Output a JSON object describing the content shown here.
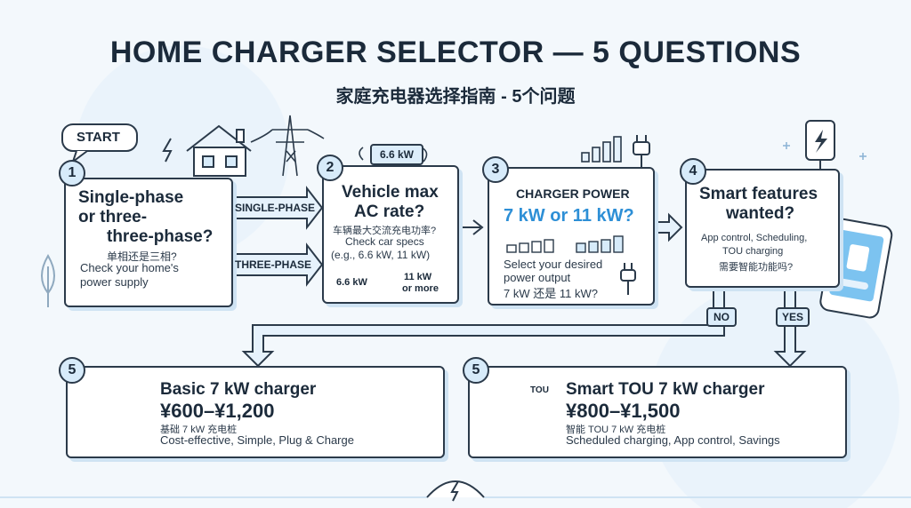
{
  "title": "HOME CHARGER SELECTOR — 5 QUESTIONS",
  "subtitle": "家庭充电器选择指南 - 5个问题",
  "start_label": "START",
  "q1": {
    "num": "1",
    "line1": "Single-phase",
    "line2": "or three-",
    "line3": "three-phase?",
    "cn": "单相还是三相?",
    "hint1": "Check your home's",
    "hint2": "power supply",
    "opt_single": "SINGLE-PHASE",
    "opt_three": "THREE-PHASE"
  },
  "q2": {
    "num": "2",
    "rate_chip": "6.6 kW",
    "line1": "Vehicle max",
    "line2": "AC rate?",
    "cn": "车辆最大交流充电功率?",
    "hint1": "Check car specs",
    "hint2": "(e.g., 6.6 kW, 11 kW)",
    "low": "6.6 kW",
    "high1": "11 kW",
    "high2": "or more"
  },
  "q3": {
    "num": "3",
    "head": "CHARGER POWER",
    "options": "7 kW or 11 kW?",
    "hint1": "Select your desired",
    "hint2": "power output",
    "cn": "7 kW 还是 11 kW?"
  },
  "q4": {
    "num": "4",
    "line1": "Smart features",
    "line2": "wanted?",
    "hint1": "App control, Scheduling,",
    "hint2": "TOU charging",
    "cn": "需要智能功能吗?",
    "no": "NO",
    "yes": "YES"
  },
  "r_basic": {
    "num": "5",
    "name": "Basic 7 kW charger",
    "price": "¥600–¥1,200",
    "cn": "基础 7 kW 充电桩",
    "desc": "Cost-effective, Simple, Plug & Charge"
  },
  "r_smart": {
    "num": "5",
    "tou": "TOU",
    "name": "Smart TOU 7 kW charger",
    "price": "¥800–¥1,500",
    "cn": "智能 TOU 7 kW 充电桩",
    "desc": "Scheduled charging, App control, Savings"
  },
  "colors": {
    "outline": "#2b3a4a",
    "accent": "#d7ebfa",
    "arrow_fill": "#e6f2fc",
    "shadow": "#cfe3f3"
  },
  "icons": [
    "house-icon",
    "power-tower-icon",
    "lightning-icon",
    "plug-icon",
    "signal-bars-icon",
    "wall-charger-icon",
    "smartphone-icon",
    "clock-icon",
    "yen-coin-icon",
    "tree-icon"
  ]
}
